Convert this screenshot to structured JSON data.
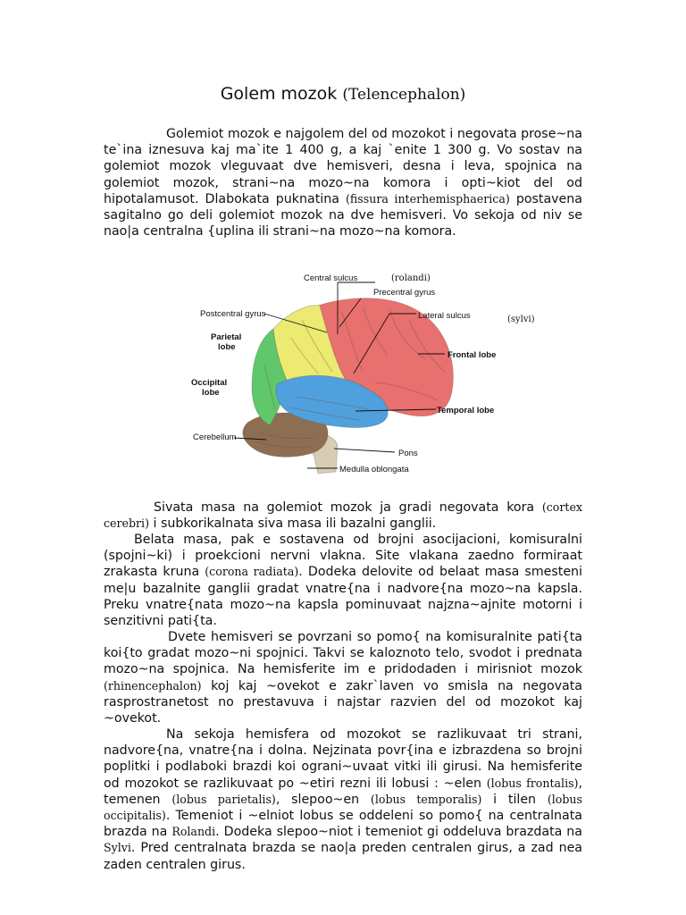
{
  "document": {
    "title_main": "Golem mozok",
    "title_latin": "(Telencephalon)",
    "p1": {
      "a": "Golemiot mozok e najgolem del od mozokot i negovata prose~na te`ina iznesuva kaj ma`ite 1 400 g, a kaj `enite 1 300 g. Vo sostav na golemiot mozok vleguvaat dve hemisveri, desna i leva, spojnica na golemiot mozok, strani~na mozo~na komora i opti~kiot del od hipotalamusot. Dlabokata puknatina ",
      "lat1": "(fissura interhemisphaerica)",
      "b": " postavena sagitalno go deli golemiot mozok na dve hemisveri. Vo sekoja od niv se nao|a centralna {uplina ili strani~na mozo~na komora."
    },
    "p2": {
      "a": "Sivata masa na golemiot mozok ja gradi negovata kora ",
      "lat1": "(cortex cerebri)",
      "b": " i subkorikalnata siva masa ili bazalni ganglii."
    },
    "p3": {
      "a": "Belata masa, pak e sostavena od brojni asocijacioni, komisuralni (spojni~ki) i proekcioni nervni vlakna. Site vlakana zaedno formiraat zrakasta kruna ",
      "lat1": "(corona radiata)",
      "b": ". Dodeka delovite od belaat masa smesteni me|u bazalnite ganglii gradat vnatre{na i nadvore{na mozo~na kapsla. Preku vnatre{nata mozo~na kapsla pominuvaat najzna~ajnite motorni i senzitivni pati{ta."
    },
    "p4": {
      "a": "Dvete hemisveri se povrzani so pomo{ na komisuralnite pati{ta koi{to gradat mozo~ni spojnici. Takvi se kaloznoto telo, svodot i prednata mozo~na spojnica. Na hemisferite im e pridodaden i mirisniot mozok ",
      "lat1": "(rhinencephalon)",
      "b": " koj kaj ~ovekot e zakr`laven vo smisla na negovata rasprostranetost no prestavuva i najstar razvien del od mozokot kaj ~ovekot."
    },
    "p5": {
      "a": "Na sekoja hemisfera od mozokot se razlikuvaat tri strani, nadvore{na, vnatre{na i dolna. Nejzinata povr{ina e izbrazdena so brojni poplitki i podlaboki brazdi koi ograni~uvaat vitki ili girusi. Na hemisferite od mozokot se razlikuvaat po ~etiri rezni ili lobusi : ~elen ",
      "lat1": "(lobus frontalis)",
      "b": ", temenen ",
      "lat2": "(lobus parietalis)",
      "c": ", slepoo~en ",
      "lat3": "(lobus temporalis)",
      "d": " i tilen ",
      "lat4": "(lobus occipitalis)",
      "e": ". Temeniot i ~elniot lobus se oddeleni so pomo{ na centralnata brazda na ",
      "lat5": "Rolandi",
      "f": ". Dodeka slepoo~niot i temeniot gi oddeluva brazdata na ",
      "lat6": "Sylvi",
      "g": ". Pred centralnata brazda se nao|a preden centralen girus, a zad nea zaden centralen girus."
    }
  },
  "figure": {
    "labels": {
      "central_sulcus": "Central sulcus",
      "rolandi": "(rolandi)",
      "precentral_gyrus": "Precentral gyrus",
      "postcentral_gyrus": "Postcentral gyrus",
      "lateral_sulcus": "Lateral sulcus",
      "sylvi": "(sylvi)",
      "parietal_line1": "Parietal",
      "parietal_line2": "lobe",
      "frontal_lobe": "Frontal lobe",
      "occipital_line1": "Occipital",
      "occipital_line2": "lobe",
      "temporal_lobe": "Temporal lobe",
      "cerebellum": "Cerebellum",
      "pons": "Pons",
      "medulla": "Medulla oblongata"
    },
    "colors": {
      "frontal": "#e8706e",
      "parietal": "#ecea70",
      "occipital": "#5fc86a",
      "temporal": "#4fa0dc",
      "cerebellum": "#8e6e52",
      "brainstem": "#d8cdb4"
    }
  }
}
